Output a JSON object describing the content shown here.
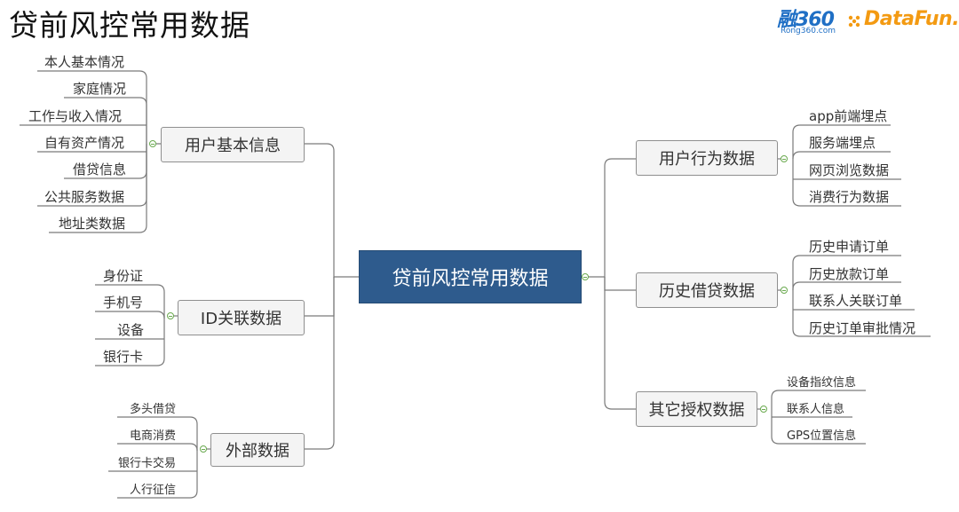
{
  "title": "贷前风控常用数据",
  "logos": {
    "rong360_main": "融360",
    "rong360_sub": "Rong360.com",
    "datafun": "DataFun.",
    "rong360_color": "#1f6fc5",
    "datafun_color": "#f39a12"
  },
  "colors": {
    "center_fill": "#2e5b8d",
    "node_fill": "#f4f4f4",
    "line": "#7a7a7a",
    "toggle": "#6aaa4f"
  },
  "center": {
    "label": "贷前风控常用数据"
  },
  "branches": {
    "user_basic": {
      "label": "用户基本信息",
      "items": [
        "本人基本情况",
        "家庭情况",
        "工作与收入情况",
        "自有资产情况",
        "借贷信息",
        "公共服务数据",
        "地址类数据"
      ]
    },
    "id_linked": {
      "label": "ID关联数据",
      "items": [
        "身份证",
        "手机号",
        "设备",
        "银行卡"
      ]
    },
    "external": {
      "label": "外部数据",
      "items": [
        "多头借贷",
        "电商消费",
        "银行卡交易",
        "人行征信"
      ]
    },
    "user_behavior": {
      "label": "用户行为数据",
      "items": [
        "app前端埋点",
        "服务端埋点",
        "网页浏览数据",
        "消费行为数据"
      ]
    },
    "loan_history": {
      "label": "历史借贷数据",
      "items": [
        "历史申请订单",
        "历史放款订单",
        "联系人关联订单",
        "历史订单审批情况"
      ]
    },
    "other_auth": {
      "label": "其它授权数据",
      "items": [
        "设备指纹信息",
        "联系人信息",
        "GPS位置信息"
      ]
    }
  }
}
